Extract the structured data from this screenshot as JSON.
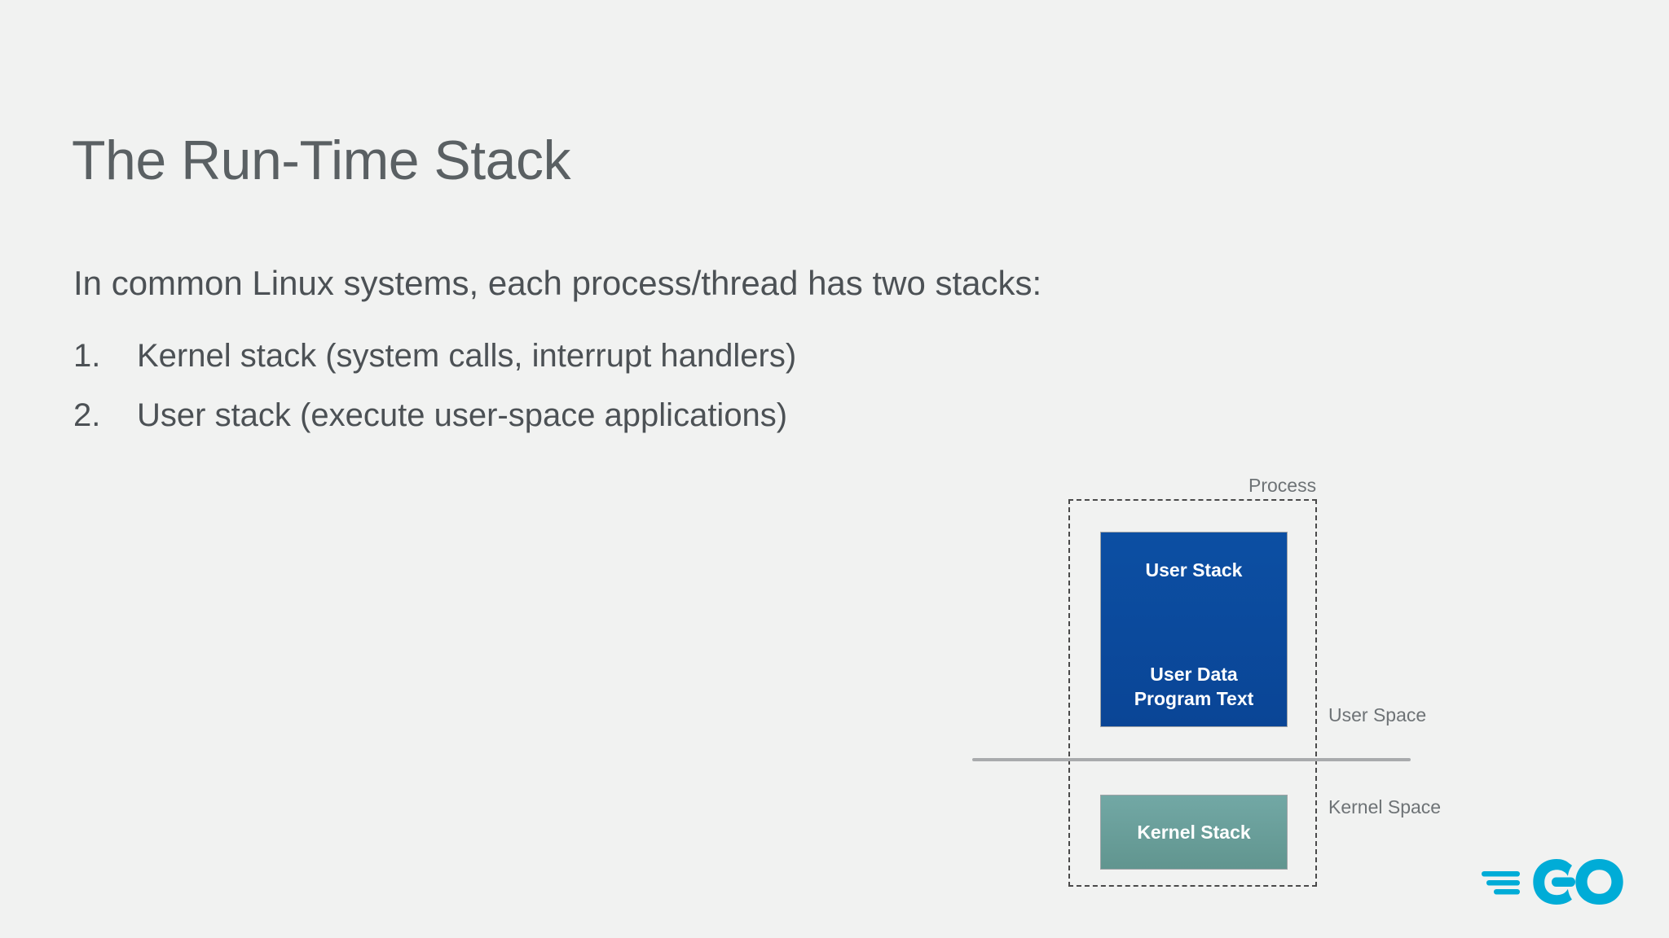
{
  "slide": {
    "title": "The Run-Time Stack",
    "lead": "In common Linux systems, each process/thread has two stacks:",
    "list": [
      {
        "num": "1.",
        "text": "Kernel stack (system calls, interrupt handlers)"
      },
      {
        "num": "2.",
        "text": "User stack (execute user-space applications)"
      }
    ],
    "colors": {
      "background": "#f1f2f1",
      "title_text": "#5a6063",
      "body_text": "#4c5155",
      "user_box": "#0a4a9e",
      "kernel_box": "#6ba3a0",
      "label_text": "#6e7376",
      "divider": "#a9abad",
      "logo": "#00acd7"
    }
  },
  "diagram": {
    "process_label": "Process",
    "user_box": {
      "top_label": "User Stack",
      "bottom_label_line1": "User Data",
      "bottom_label_line2": "Program Text"
    },
    "kernel_box": {
      "label": "Kernel Stack"
    },
    "user_space_label": "User Space",
    "kernel_space_label": "Kernel Space"
  },
  "logo": {
    "name": "go-logo",
    "text": "GO"
  }
}
